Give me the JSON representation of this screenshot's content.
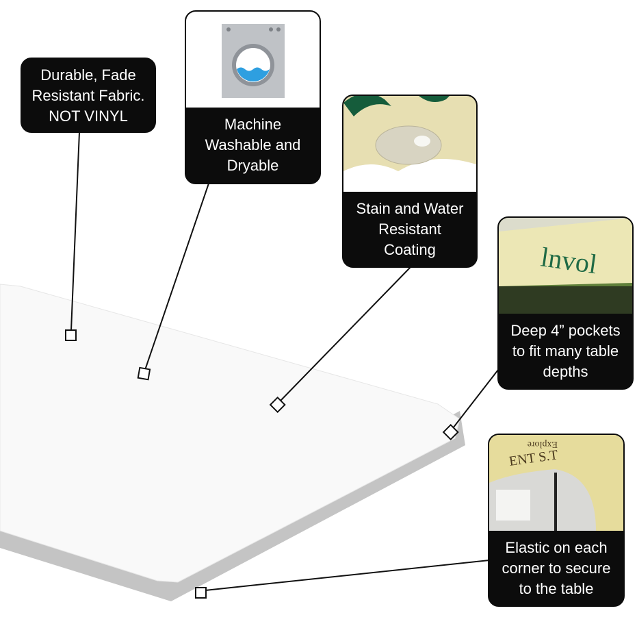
{
  "callouts": [
    {
      "id": "fabric",
      "lines": [
        "Durable, Fade",
        "Resistant Fabric.",
        "NOT VINYL"
      ]
    },
    {
      "id": "washable",
      "lines": [
        "Machine",
        "Washable and",
        "Dryable"
      ],
      "icon": "washing-machine-icon"
    },
    {
      "id": "stain",
      "lines": [
        "Stain and Water",
        "Resistant",
        "Coating"
      ],
      "icon": "water-droplet-photo"
    },
    {
      "id": "pockets",
      "lines": [
        "Deep 4” pockets",
        "to fit many table",
        "depths"
      ],
      "icon": "table-pocket-photo"
    },
    {
      "id": "elastic",
      "lines": [
        "Elastic on each",
        "corner to secure",
        "to the table"
      ],
      "icon": "elastic-corner-photo"
    }
  ],
  "colors": {
    "box": "#0c0c0c",
    "fabric_photo": "#e9e2b5",
    "print_green": "#1f6a45",
    "table_top": "#fbfbfb",
    "table_edge": "#c9c9c9"
  }
}
